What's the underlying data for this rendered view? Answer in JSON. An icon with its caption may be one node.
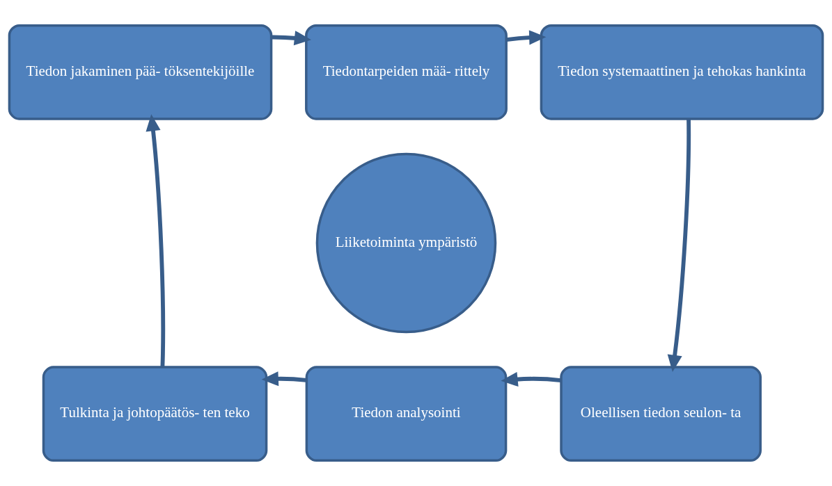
{
  "diagram": {
    "nodes": [
      {
        "text": [
          "Tiedontarpeiden mää- rittely"
        ]
      },
      {
        "text": [
          "Tiedon jakaminen pää- töksentekijöille"
        ]
      },
      {
        "text": [
          "Tiedon systemaattinen ja tehokas hankinta"
        ]
      },
      {
        "text": [
          "Liiketoiminta ympäristö"
        ]
      },
      {
        "text": [
          "Tulkinta ja johtopäätös- ten teko"
        ]
      },
      {
        "text": [
          "Oleellisen tiedon seulon- ta"
        ]
      },
      {
        "text": [
          "Tiedon analysointi"
        ]
      }
    ],
    "edges": [
      {
        "from": 0,
        "to": 2,
        "arrow": "to"
      },
      {
        "from": 2,
        "to": 5,
        "arrow": "to"
      },
      {
        "from": 5,
        "to": 6,
        "arrow": "to"
      },
      {
        "from": 6,
        "to": 4,
        "arrow": "to"
      },
      {
        "from": 4,
        "to": 1,
        "arrow": "to"
      },
      {
        "from": 1,
        "to": 0,
        "arrow": "to"
      }
    ]
  }
}
